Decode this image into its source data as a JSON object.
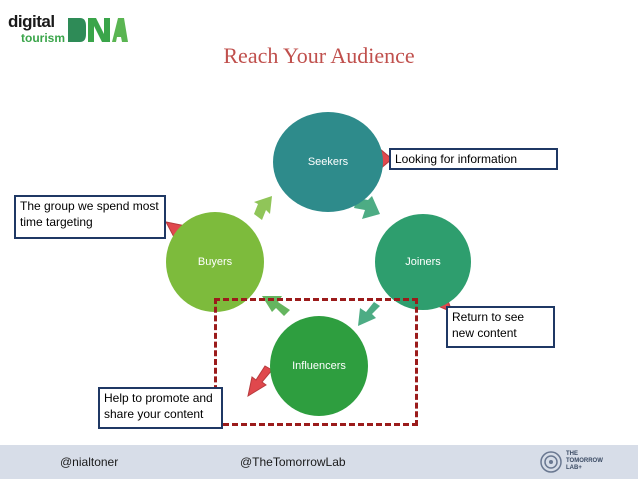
{
  "logo": {
    "line1": "digital",
    "line2": "tourism",
    "mark": "DNA"
  },
  "title": "Reach Your Audience",
  "cycle": {
    "nodes": [
      {
        "label": "Seekers",
        "color": "#2e8b8b"
      },
      {
        "label": "Joiners",
        "color": "#2e9e6e"
      },
      {
        "label": "Influencers",
        "color": "#2e9e3f"
      },
      {
        "label": "Buyers",
        "color": "#7dbb3c"
      }
    ],
    "connector_color": "#2e9e6e"
  },
  "callouts": [
    {
      "text": "Looking for information",
      "target": "Seekers"
    },
    {
      "text": "The group we spend most time targeting",
      "target": "Buyers"
    },
    {
      "text": "Return to see new content",
      "target": "Joiners"
    },
    {
      "text": "Help to promote and share your content",
      "target": "Influencers"
    }
  ],
  "highlight_color": "#9b1b1b",
  "arrow_color": "#e0484d",
  "footer": {
    "left": "@nialtoner",
    "center": "@TheTomorrowLab",
    "right_logo": {
      "line1": "THE",
      "line2": "TOMORROW",
      "line3": "LAB+"
    }
  }
}
